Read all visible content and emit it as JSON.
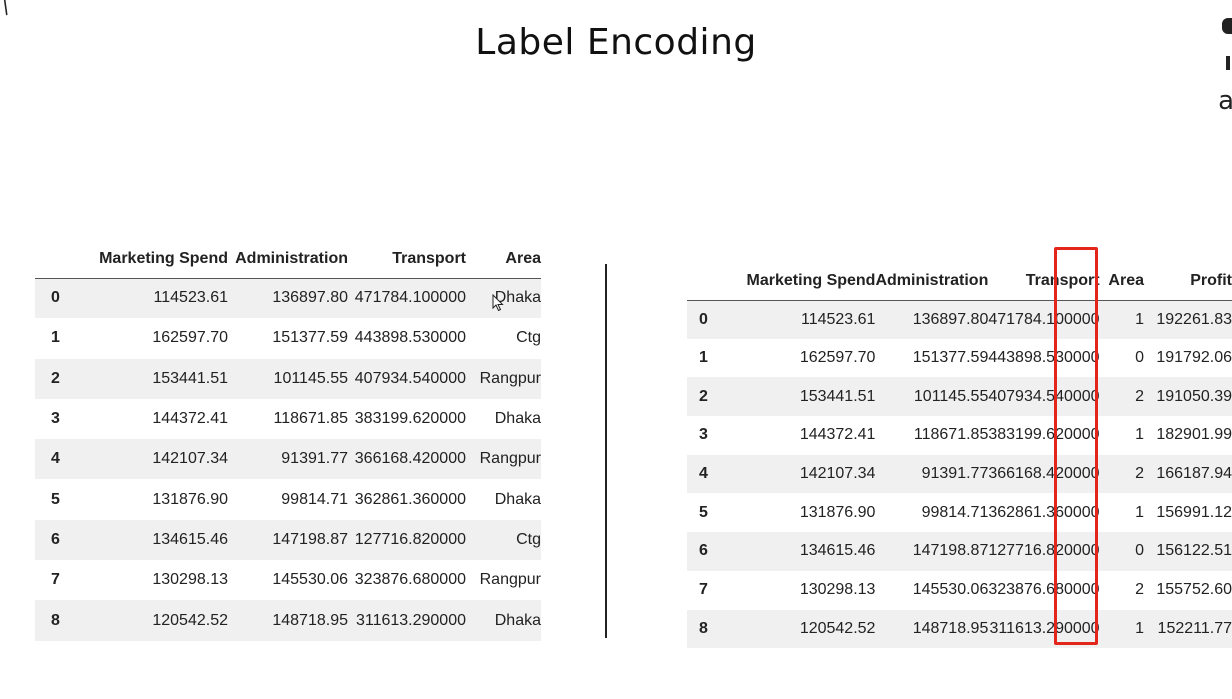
{
  "title": "Label Encoding",
  "highlight_color": "#e3261c",
  "left_table": {
    "columns": [
      "",
      "Marketing Spend",
      "Administration",
      "Transport",
      "Area"
    ],
    "rows": [
      [
        "0",
        "114523.61",
        "136897.80",
        "471784.100000",
        "Dhaka"
      ],
      [
        "1",
        "162597.70",
        "151377.59",
        "443898.530000",
        "Ctg"
      ],
      [
        "2",
        "153441.51",
        "101145.55",
        "407934.540000",
        "Rangpur"
      ],
      [
        "3",
        "144372.41",
        "118671.85",
        "383199.620000",
        "Dhaka"
      ],
      [
        "4",
        "142107.34",
        "91391.77",
        "366168.420000",
        "Rangpur"
      ],
      [
        "5",
        "131876.90",
        "99814.71",
        "362861.360000",
        "Dhaka"
      ],
      [
        "6",
        "134615.46",
        "147198.87",
        "127716.820000",
        "Ctg"
      ],
      [
        "7",
        "130298.13",
        "145530.06",
        "323876.680000",
        "Rangpur"
      ],
      [
        "8",
        "120542.52",
        "148718.95",
        "311613.290000",
        "Dhaka"
      ]
    ]
  },
  "right_table": {
    "columns": [
      "",
      "Marketing Spend",
      "Administration",
      "Transport",
      "Area",
      "Profit"
    ],
    "rows": [
      [
        "0",
        "114523.61",
        "136897.80",
        "471784.100000",
        "1",
        "192261.83"
      ],
      [
        "1",
        "162597.70",
        "151377.59",
        "443898.530000",
        "0",
        "191792.06"
      ],
      [
        "2",
        "153441.51",
        "101145.55",
        "407934.540000",
        "2",
        "191050.39"
      ],
      [
        "3",
        "144372.41",
        "118671.85",
        "383199.620000",
        "1",
        "182901.99"
      ],
      [
        "4",
        "142107.34",
        "91391.77",
        "366168.420000",
        "2",
        "166187.94"
      ],
      [
        "5",
        "131876.90",
        "99814.71",
        "362861.360000",
        "1",
        "156991.12"
      ],
      [
        "6",
        "134615.46",
        "147198.87",
        "127716.820000",
        "0",
        "156122.51"
      ],
      [
        "7",
        "130298.13",
        "145530.06",
        "323876.680000",
        "2",
        "155752.60"
      ],
      [
        "8",
        "120542.52",
        "148718.95",
        "311613.290000",
        "1",
        "152211.77"
      ]
    ]
  }
}
